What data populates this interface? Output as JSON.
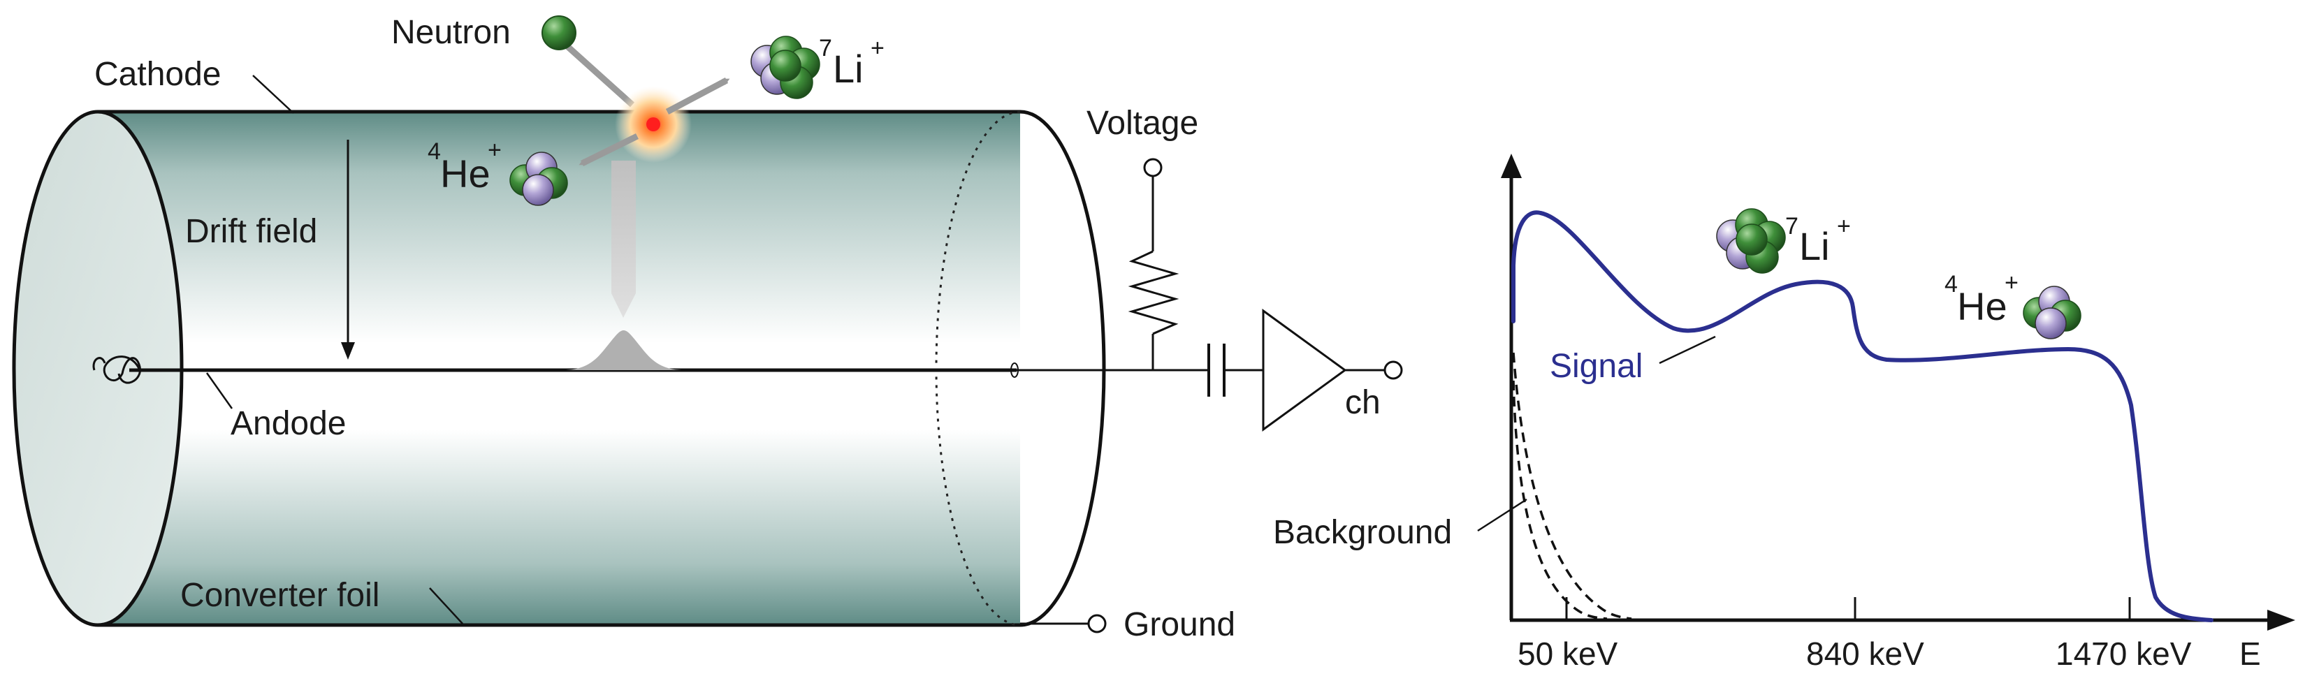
{
  "detector": {
    "labels": {
      "neutron": "Neutron",
      "cathode": "Cathode",
      "drift_field": "Drift field",
      "anode": "Andode",
      "converter_foil": "Converter foil",
      "voltage": "Voltage",
      "ground": "Ground",
      "channel": "ch"
    },
    "particles": {
      "lithium": {
        "mass": "7",
        "symbol": "Li",
        "charge": "+"
      },
      "helium": {
        "mass": "4",
        "symbol": "He",
        "charge": "+"
      }
    }
  },
  "spectrum": {
    "signal_label": "Signal",
    "background_label": "Background",
    "x_axis_label": "E",
    "ticks": [
      "50 keV",
      "840 keV",
      "1470 keV"
    ],
    "particles": {
      "lithium": {
        "mass": "7",
        "symbol": "Li",
        "charge": "+"
      },
      "helium": {
        "mass": "4",
        "symbol": "He",
        "charge": "+"
      }
    }
  },
  "colors": {
    "signal": "#2b2f8f",
    "tube_dark": "#5f8c86",
    "tube_light": "#ffffff",
    "nucleon_green": "#3f8f3a",
    "nucleon_violet": "#b3a6d6"
  }
}
